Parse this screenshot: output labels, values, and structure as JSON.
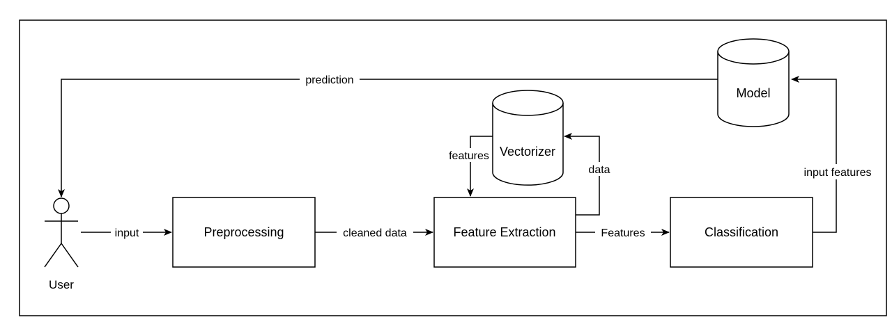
{
  "nodes": {
    "user": "User",
    "preprocessing": "Preprocessing",
    "feature_extraction": "Feature Extraction",
    "classification": "Classification",
    "vectorizer": "Vectorizer",
    "model": "Model"
  },
  "edges": {
    "input": "input",
    "cleaned_data": "cleaned data",
    "features_out": "Features",
    "input_features": "input features",
    "prediction": "prediction",
    "vectorizer_features": "features",
    "vectorizer_data": "data"
  }
}
